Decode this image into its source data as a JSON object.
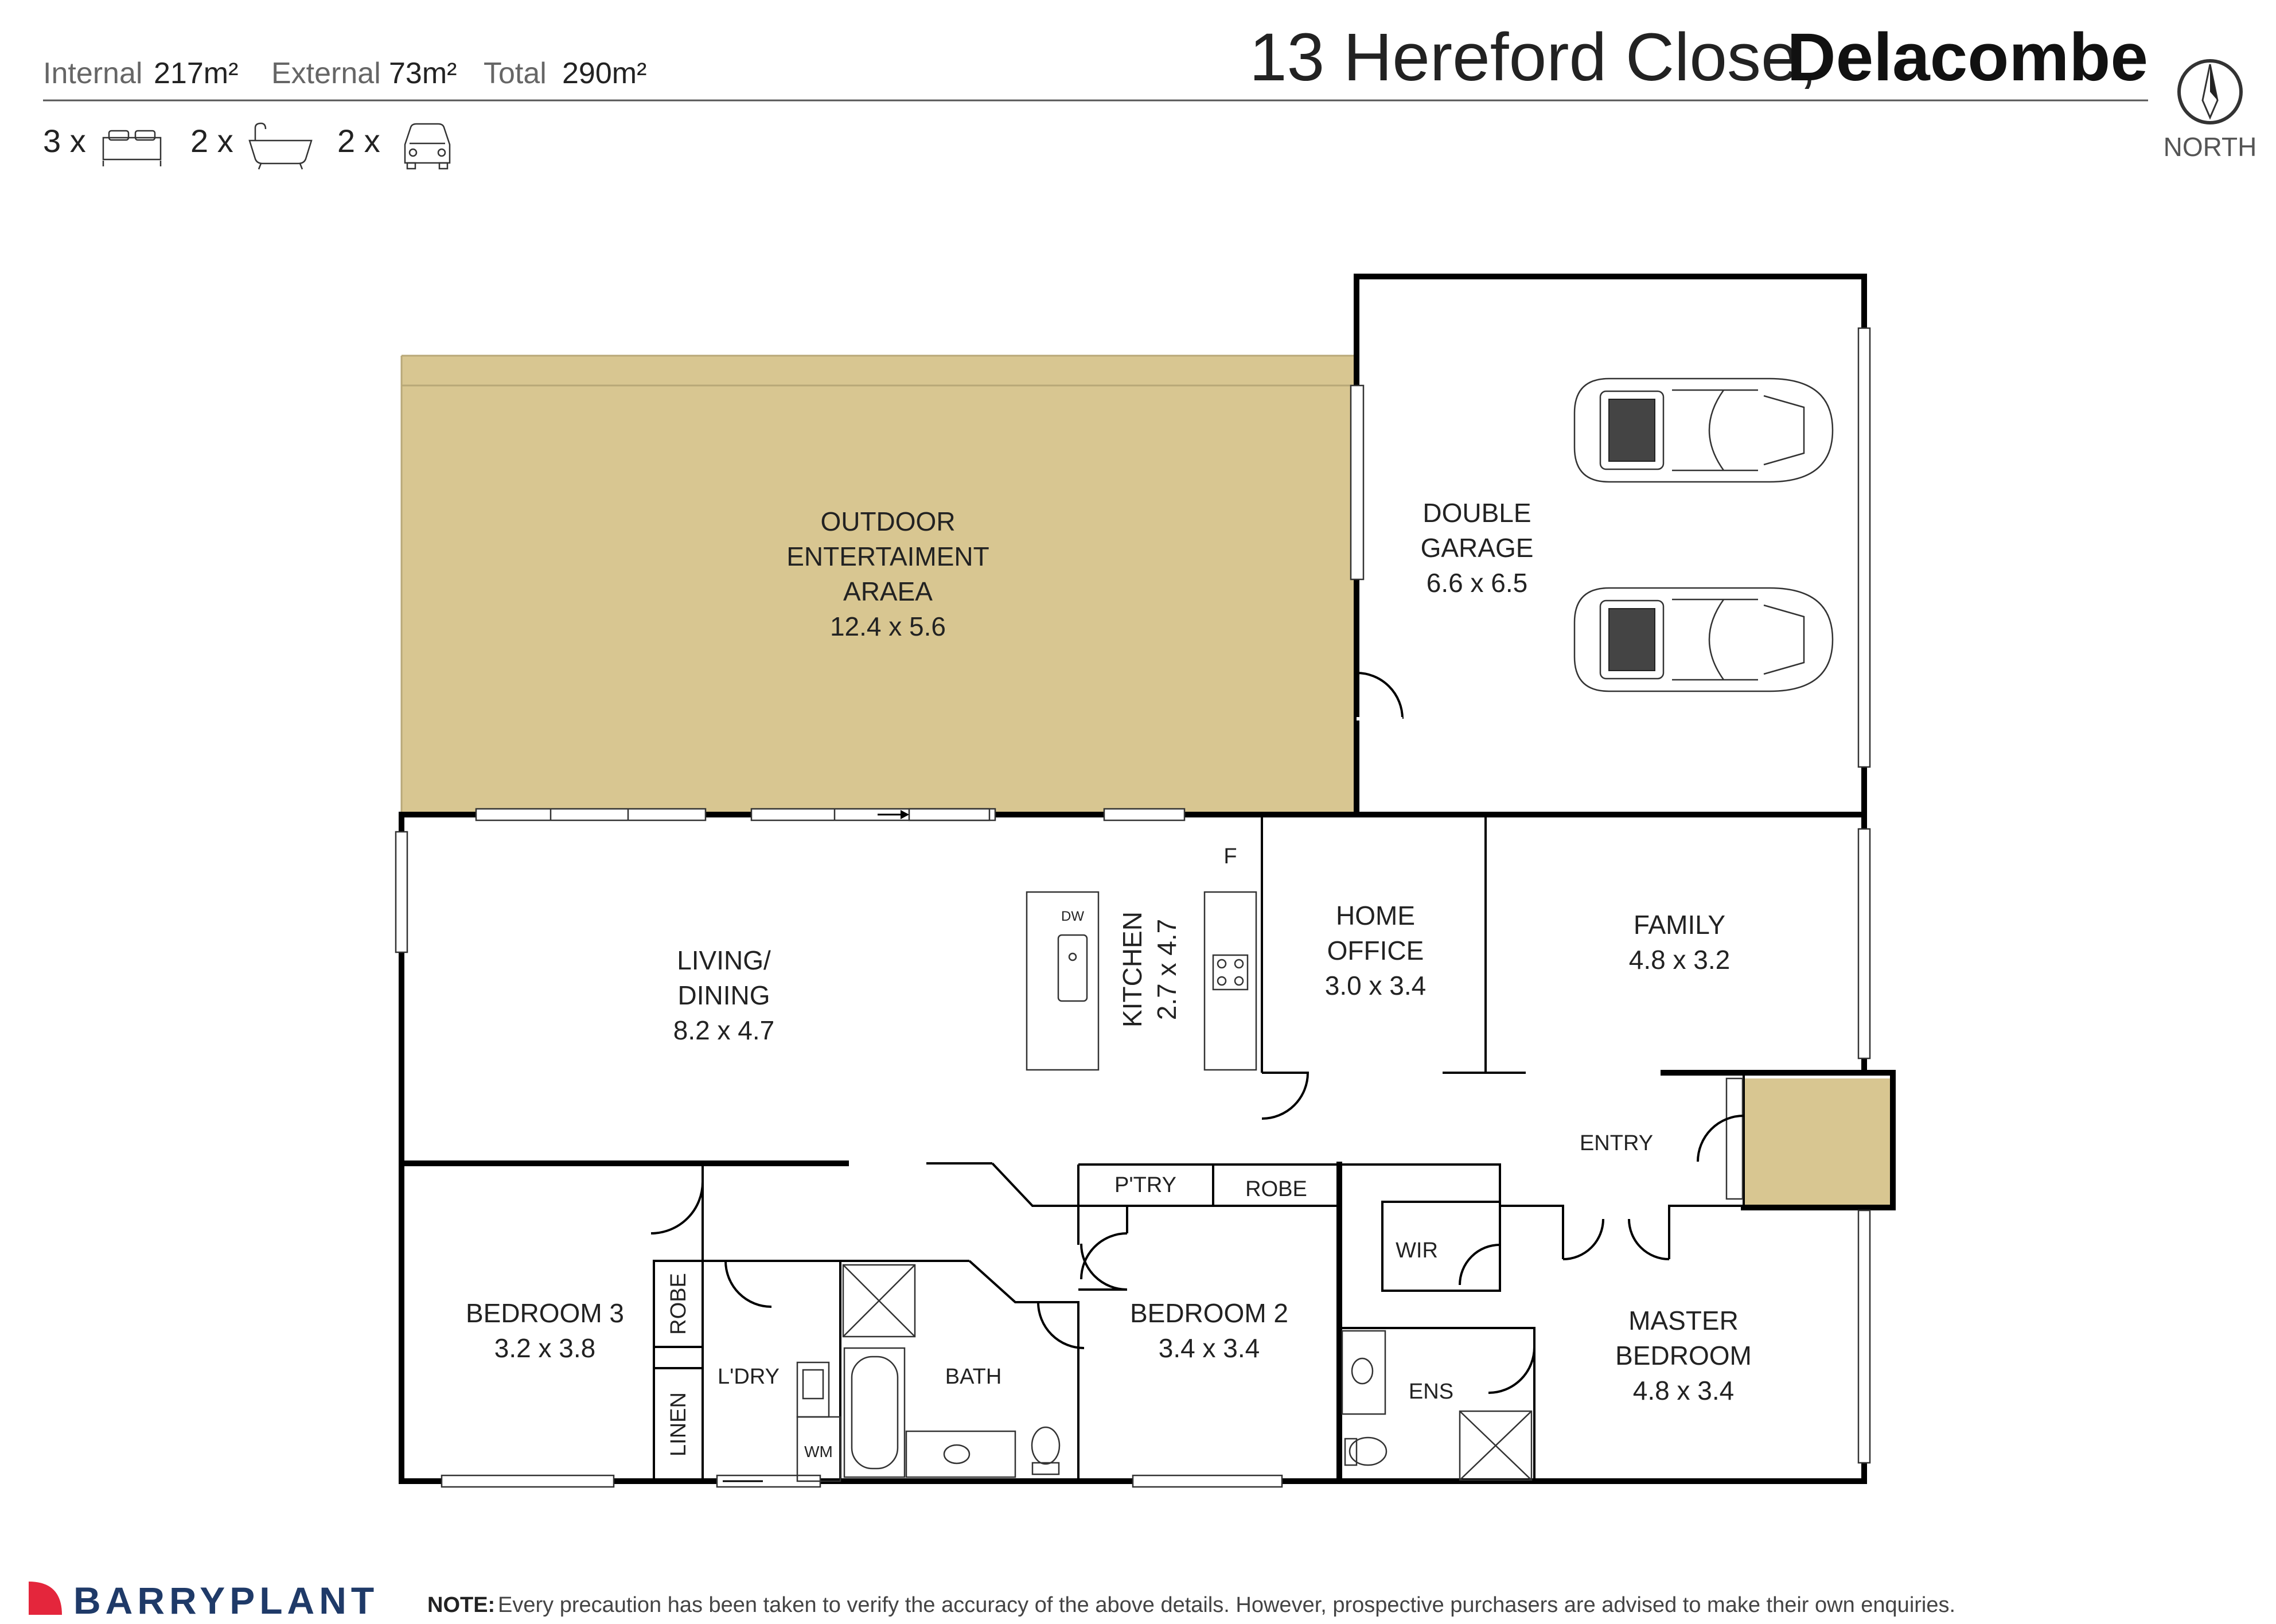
{
  "header": {
    "address_light": "13 Hereford Close,",
    "address_bold": "Delacombe",
    "internal_label": "Internal",
    "internal_value": "217m²",
    "external_label": "External",
    "external_value": "73m²",
    "total_label": "Total",
    "total_value": "290m²",
    "beds": "3 x",
    "baths": "2 x",
    "cars": "2 x",
    "north_label": "NORTH"
  },
  "rooms": {
    "outdoor": [
      "OUTDOOR",
      "ENTERTAIMENT",
      "ARAEA",
      "12.4 x 5.6"
    ],
    "garage": [
      "DOUBLE",
      "GARAGE",
      "6.6 x 6.5"
    ],
    "living": [
      "LIVING/",
      "DINING",
      "8.2 x 4.7"
    ],
    "kitchen": [
      "KITCHEN",
      "2.7 x 4.7"
    ],
    "office": [
      "HOME",
      "OFFICE",
      "3.0 x 3.4"
    ],
    "family": [
      "FAMILY",
      "4.8 x 3.2"
    ],
    "entry": "ENTRY",
    "bedroom3": [
      "BEDROOM 3",
      "3.2 x 3.8"
    ],
    "bedroom2": [
      "BEDROOM 2",
      "3.4 x 3.4"
    ],
    "master": [
      "MASTER",
      "BEDROOM",
      "4.8 x 3.4"
    ],
    "pantry": "P'TRY",
    "robe": "ROBE",
    "robe_b3": "ROBE",
    "linen": "LINEN",
    "laundry": "L'DRY",
    "bath": "BATH",
    "wm": "WM",
    "wir": "WIR",
    "ens": "ENS",
    "fridge": "F",
    "dw": "DW"
  },
  "footer": {
    "brand": "BARRYPLANT",
    "note_bold": "NOTE:",
    "note_text": "Every precaution has been taken to verify the accuracy of the above details. However, prospective purchasers are advised to make their own enquiries."
  },
  "colors": {
    "outdoor_fill": "#D8C691",
    "brand_red": "#E4263C",
    "brand_navy": "#1F3A68"
  }
}
